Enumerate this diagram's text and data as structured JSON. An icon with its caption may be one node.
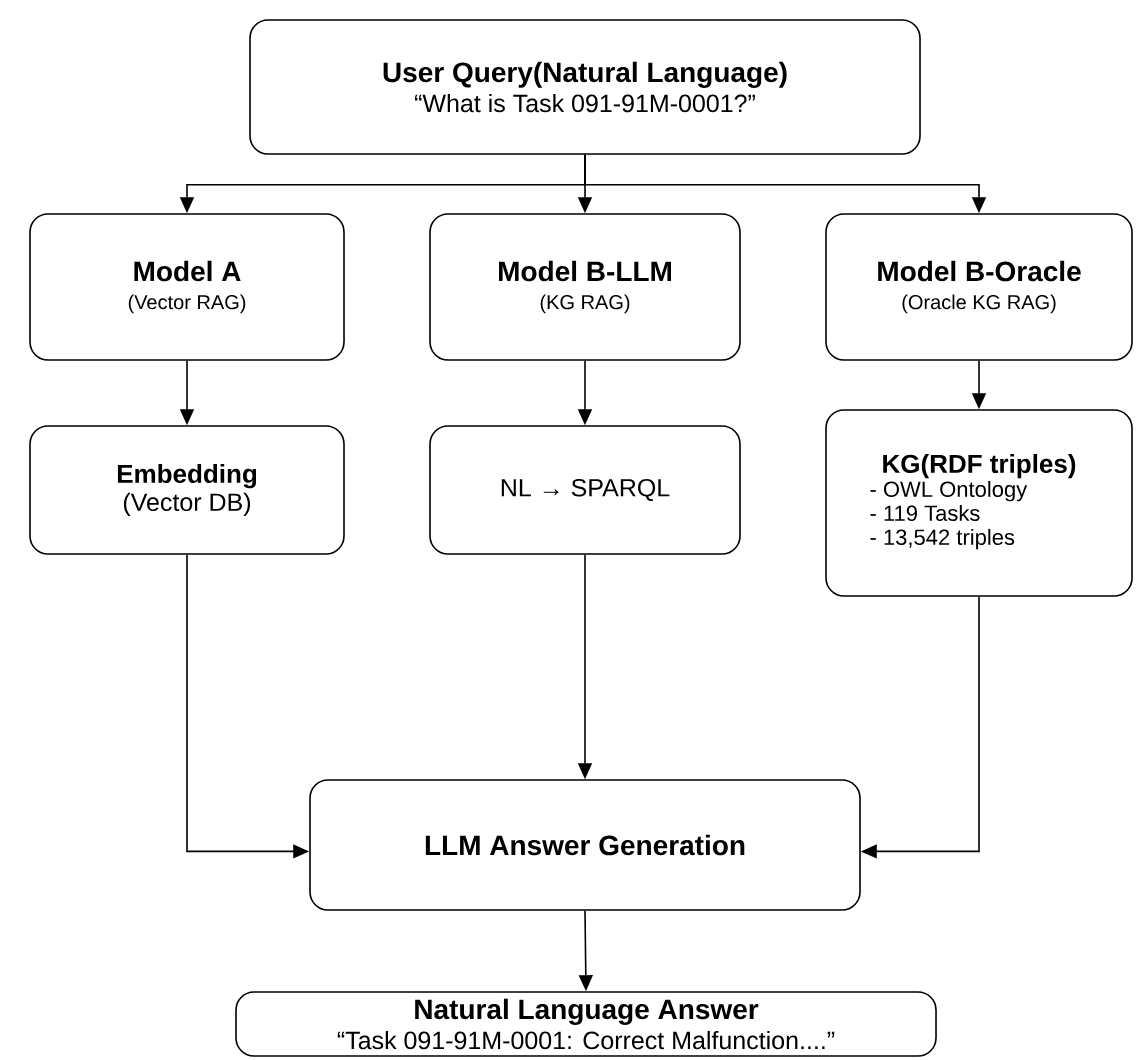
{
  "diagram": {
    "nodes": [
      {
        "text": [
          "User Query(Natural Language)",
          "“What is Task 091-91M-0001?”"
        ]
      },
      {
        "text": [
          "Model A",
          "(Vector RAG)"
        ]
      },
      {
        "text": [
          "Model B-LLM",
          "(KG RAG)"
        ]
      },
      {
        "text": [
          "Model B-Oracle",
          "(Oracle KG RAG)"
        ]
      },
      {
        "text": [
          "Embedding",
          "(Vector DB)"
        ]
      },
      {
        "text": [
          "NL → SPARQL"
        ]
      },
      {
        "text": [
          "KG(RDF triples)",
          "- OWL Ontology",
          "- 119 Tasks",
          "- 13,542 triples"
        ]
      },
      {
        "text": [
          "LLM Answer Generation"
        ]
      },
      {
        "text": [
          "Natural Language Answer",
          "“Task 091-91M-0001: Correct Malfunction....”"
        ]
      }
    ],
    "edges": [
      {
        "from": 0,
        "to": 1,
        "arrow": "to"
      },
      {
        "from": 0,
        "to": 2,
        "arrow": "to"
      },
      {
        "from": 0,
        "to": 3,
        "arrow": "to"
      },
      {
        "from": 1,
        "to": 4,
        "arrow": "to"
      },
      {
        "from": 2,
        "to": 5,
        "arrow": "to"
      },
      {
        "from": 3,
        "to": 6,
        "arrow": "to"
      },
      {
        "from": 4,
        "to": 7,
        "arrow": "to"
      },
      {
        "from": 5,
        "to": 7,
        "arrow": "to"
      },
      {
        "from": 6,
        "to": 7,
        "arrow": "to"
      },
      {
        "from": 7,
        "to": 8,
        "arrow": "to"
      }
    ]
  }
}
